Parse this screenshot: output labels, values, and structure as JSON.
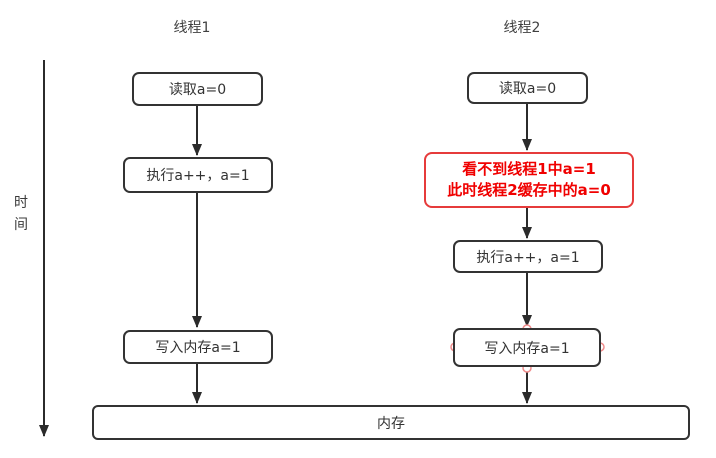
{
  "time_axis": {
    "label": "时间"
  },
  "thread1": {
    "title": "线程1",
    "box_read": "读取a=0",
    "box_exec": "执行a++，a=1",
    "box_write": "写入内存a=1"
  },
  "thread2": {
    "title": "线程2",
    "box_read": "读取a=0",
    "note_line1": "看不到线程1中a=1",
    "note_line2": "此时线程2缓存中的a=0",
    "box_exec": "执行a++，a=1",
    "box_write": "写入内存a=1"
  },
  "memory": {
    "label": "内存"
  },
  "colors": {
    "shape_stroke": "#333333",
    "shape_text": "#333333",
    "note_text": "#f00000",
    "note_stroke": "#e63b3b",
    "arrow": "#2b2b2b",
    "connection_point_stroke": "#f08c8c"
  }
}
